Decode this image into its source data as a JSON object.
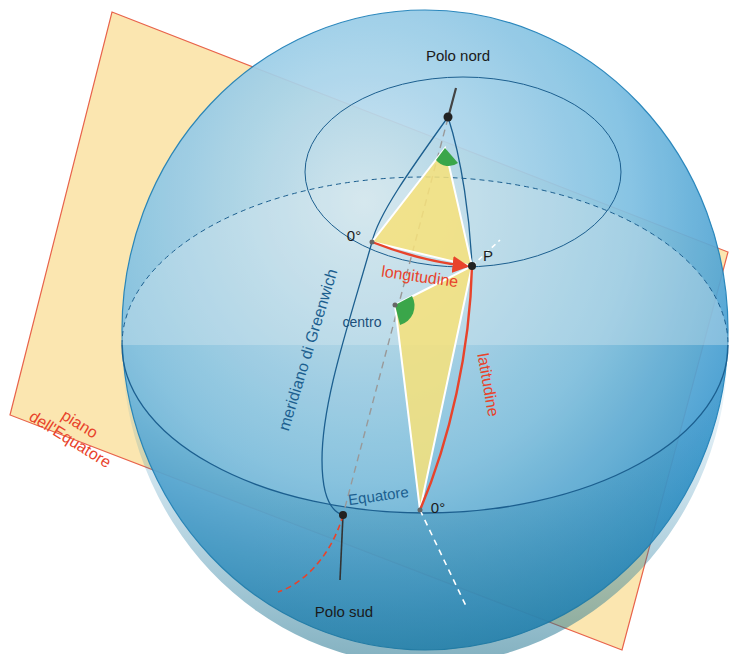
{
  "diagram": {
    "labels": [
      "Polo nord",
      "0°",
      "P",
      "longitudine",
      "centro",
      "latitudine",
      "meridiano di Greenwich",
      "piano dell'Equatore",
      "Equatore",
      "0°",
      "Polo sud"
    ]
  }
}
